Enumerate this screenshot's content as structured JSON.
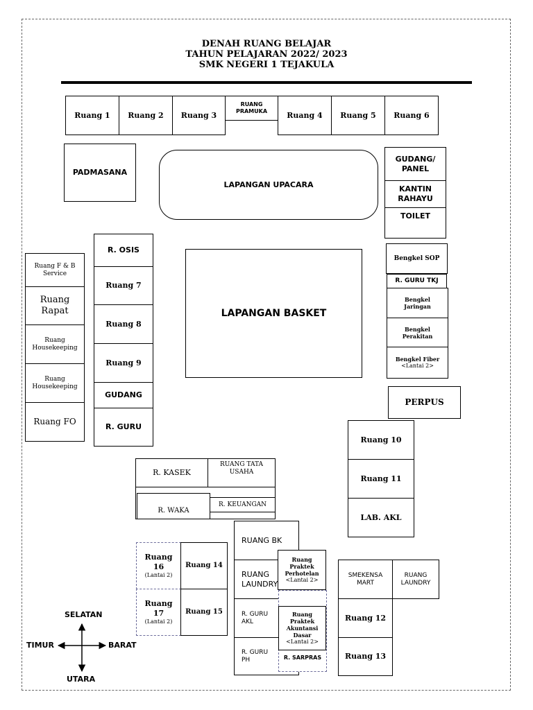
{
  "title": {
    "line1": "DENAH RUANG BELAJAR",
    "line2": "TAHUN PELAJARAN 2022/ 2023",
    "line3": "SMK NEGERI 1 TEJAKULA"
  },
  "top_row": {
    "ruang1": "Ruang 1",
    "ruang2": "Ruang 2",
    "ruang3": "Ruang 3",
    "pramuka": "RUANG PRAMUKA",
    "ruang4": "Ruang 4",
    "ruang5": "Ruang 5",
    "ruang6": "Ruang 6"
  },
  "padmasana": "PADMASANA",
  "lapangan_upacara": "LAPANGAN UPACARA",
  "right_top": {
    "gudang_panel": "GUDANG/ PANEL",
    "kantin": "KANTIN RAHAYU",
    "toilet": "TOILET"
  },
  "left_col": {
    "fb_service": "Ruang F & B Service",
    "rapat": "Ruang Rapat",
    "housekeeping1": "Ruang Housekeeping",
    "housekeeping2": "Ruang Housekeeping",
    "fo": "Ruang FO"
  },
  "mid_left_col": {
    "osis": "R. OSIS",
    "ruang7": "Ruang 7",
    "ruang8": "Ruang 8",
    "ruang9": "Ruang 9",
    "gudang": "GUDANG",
    "guru": "R. GURU"
  },
  "lapangan_basket": "LAPANGAN BASKET",
  "right_mid": {
    "bengkel_sop": "Bengkel SOP",
    "guru_tkj": "R. GURU TKJ",
    "bengkel_jaringan": "Bengkel Jaringan",
    "bengkel_perakitan": "Bengkel Perakitan",
    "bengkel_fiber": "Bengkel Fiber",
    "lantai2": "<Lantai 2>",
    "perpus": "PERPUS"
  },
  "right_lower": {
    "ruang10": "Ruang 10",
    "ruang11": "Ruang 11",
    "lab_akl": "LAB. AKL"
  },
  "admin": {
    "kasek": "R. KASEK",
    "tata_usaha": "RUANG TATA USAHA",
    "waka": "R. WAKA",
    "keuangan": "R. KEUANGAN"
  },
  "bottom_left": {
    "ruang16": "Ruang 16",
    "ruang16_note": "(Lantai 2)",
    "ruang14": "Ruang 14",
    "ruang17": "Ruang 17",
    "ruang17_note": "(Lantai 2)",
    "ruang15": "Ruang 15"
  },
  "bottom_mid": {
    "bk": "RUANG BK",
    "laundry": "RUANG LAUNDRY",
    "guru_akl": "R. GURU AKL",
    "guru_ph": "R. GURU PH",
    "praktek_perhotelan": "Ruang Praktek Perhotelan",
    "praktek_akuntansi": "Ruang Praktek Akuntansi Dasar",
    "lantai2": "<Lantai 2>",
    "sarpras": "R. SARPRAS"
  },
  "bottom_right": {
    "smekensa": "SMEKENSA MART",
    "laundry": "RUANG LAUNDRY",
    "ruang12": "Ruang 12",
    "ruang13": "Ruang 13"
  },
  "compass": {
    "selatan": "SELATAN",
    "timur": "TIMUR",
    "barat": "BARAT",
    "utara": "UTARA"
  }
}
